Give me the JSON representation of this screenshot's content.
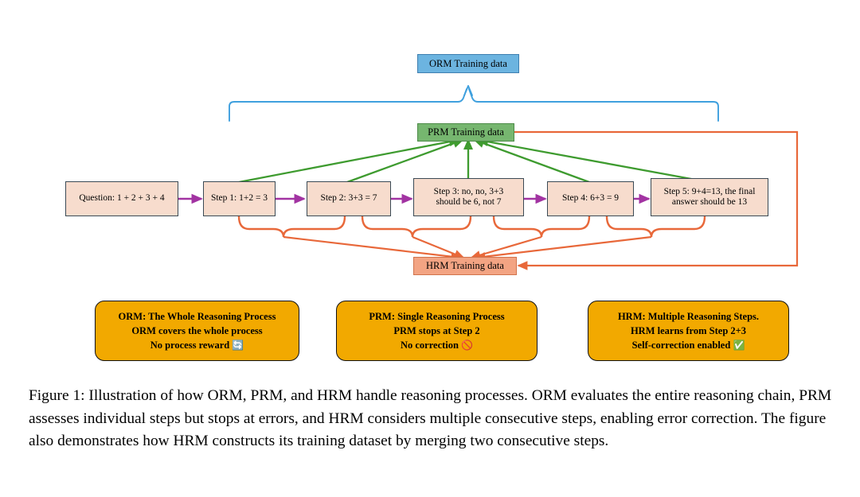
{
  "figure": {
    "data_nodes": [
      {
        "id": "orm",
        "label": "ORM Training data",
        "color": "#6CB4E0"
      },
      {
        "id": "prm",
        "label": "PRM Training data",
        "color": "#76B66F"
      },
      {
        "id": "hrm",
        "label": "HRM Training data",
        "color": "#F3A483"
      }
    ],
    "chain": [
      {
        "id": "question",
        "label": "Question: 1 + 2 + 3 + 4"
      },
      {
        "id": "step1",
        "label": "Step 1: 1+2 = 3"
      },
      {
        "id": "step2",
        "label": "Step 2: 3+3 = 7"
      },
      {
        "id": "step3",
        "line1": "Step 3: no, no, 3+3",
        "line2": "should be 6, not 7"
      },
      {
        "id": "step4",
        "label": "Step 4: 6+3 = 9"
      },
      {
        "id": "step5",
        "line1": "Step 5: 9+4=13, the final",
        "line2": "answer should be 13"
      }
    ],
    "legend_cards": [
      {
        "id": "orm-card",
        "line1": "ORM: The Whole Reasoning Process",
        "line2": "ORM covers the whole process",
        "line3": "No process reward ",
        "icon": "🔄"
      },
      {
        "id": "prm-card",
        "line1": "PRM: Single Reasoning Process",
        "line2": "PRM stops at Step 2",
        "line3": "No correction ",
        "icon": "🚫"
      },
      {
        "id": "hrm-card",
        "line1": "HRM: Multiple Reasoning Steps.",
        "line2": "HRM learns from Step 2+3",
        "line3": "Self-correction enabled ",
        "icon": "✅"
      }
    ],
    "edge_colors": {
      "chain_arrow": "#A233A2",
      "orm_bracket": "#3FA0DE",
      "prm_arrow": "#3E9B2F",
      "hrm_brace": "#E8683A"
    }
  },
  "caption": {
    "text": "Figure 1: Illustration of how ORM, PRM, and HRM handle reasoning processes. ORM evaluates the entire reasoning chain, PRM assesses individual steps but stops at errors, and HRM considers multiple consecutive steps, enabling error correction. The figure also demonstrates how HRM constructs its training dataset by merging two consecutive steps."
  }
}
